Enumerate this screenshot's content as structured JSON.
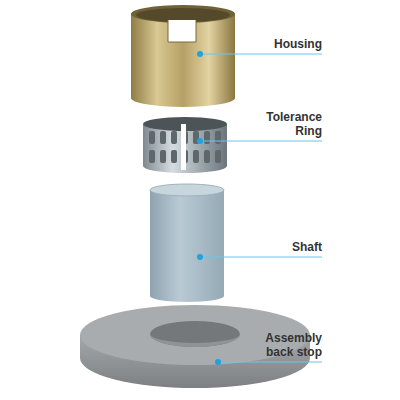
{
  "diagram": {
    "labels": [
      "Housing",
      "Tolerance Ring",
      "Shaft",
      "Assembly back stop"
    ]
  }
}
